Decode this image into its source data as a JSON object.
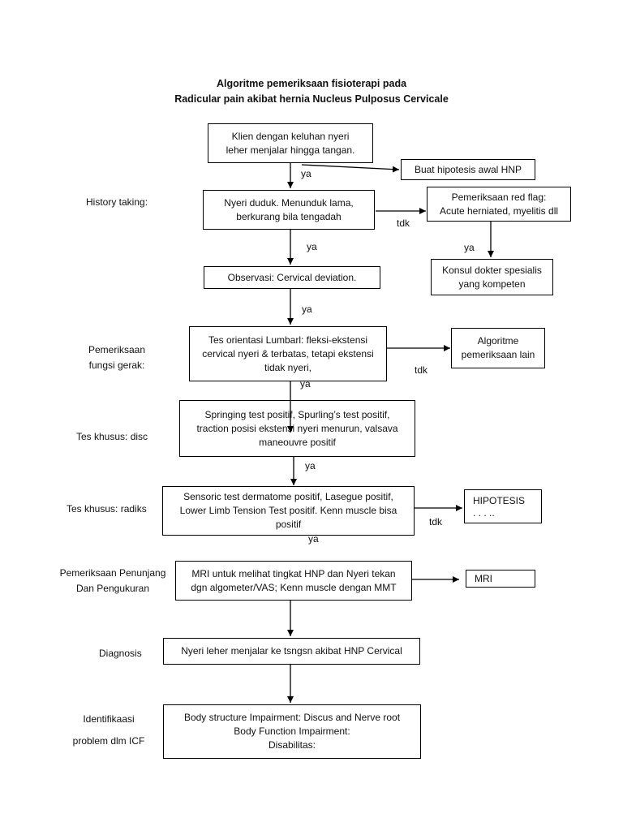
{
  "title": {
    "line1": "Algoritme pemeriksaan fisioterapi pada",
    "line2": "Radicular pain akibat hernia Nucleus Pulposus Cervicale"
  },
  "boxes": {
    "klien": [
      "Klien dengan keluhan nyeri",
      "leher menjalar hingga tangan."
    ],
    "hipotesis_awal": [
      "Buat hipotesis awal HNP"
    ],
    "nyeri_duduk": [
      "Nyeri duduk. Menunduk lama,",
      "berkurang bila tengadah"
    ],
    "red_flag": [
      "Pemeriksaan red flag:",
      "Acute herniated, myelitis dll"
    ],
    "observasi": [
      "Observasi: Cervical deviation."
    ],
    "konsul": [
      "Konsul dokter spesialis",
      "yang kompeten"
    ],
    "tes_orientasi": [
      "Tes orientasi Lumbarl: fleksi-ekstensi",
      "cervical nyeri & terbatas, tetapi ekstensi",
      "tidak nyeri,"
    ],
    "algoritme_lain": [
      "Algoritme",
      "pemeriksaan lain"
    ],
    "springing": [
      "Springing test positif, Spurling’s test positif,",
      "traction posisi ekstensi nyeri menurun, valsava",
      "maneouvre positif"
    ],
    "sensoric": [
      "Sensoric test dermatome positif, Lasegue positif,",
      "Lower Limb Tension Test positif. Kenn muscle bisa",
      "positif"
    ],
    "hipotesis": [
      "HIPOTESIS",
      ". . . .."
    ],
    "mri_untuk": [
      "MRI untuk melihat tingkat HNP dan Nyeri tekan",
      "dgn algometer/VAS; Kenn muscle dengan MMT"
    ],
    "mri": [
      "MRI"
    ],
    "diagnosis_box": [
      "Nyeri leher menjalar ke tsngsn akibat HNP Cervical"
    ],
    "body_structure": [
      "Body structure Impairment: Discus and Nerve root",
      "Body Function Impairment:",
      "Disabilitas:"
    ]
  },
  "side_labels": {
    "history": [
      "History taking:"
    ],
    "fungsi": [
      "Pemeriksaan",
      "fungsi gerak:"
    ],
    "disc": [
      "Tes khusus: disc"
    ],
    "radiks": [
      "Tes khusus: radiks"
    ],
    "penunjang": [
      "Pemeriksaan Penunjang",
      "Dan Pengukuran"
    ],
    "diagnosis": [
      "Diagnosis"
    ],
    "icf": [
      "Identifikaasi",
      "problem dlm ICF"
    ]
  },
  "arrow_labels": {
    "ya1": "ya",
    "ya2": "ya",
    "tdk1": "tdk",
    "ya_redflag": "ya",
    "ya3": "ya",
    "ya4": "ya",
    "tdk2": "tdk",
    "ya5": "ya",
    "tdk3": "tdk",
    "ya6": "ya"
  }
}
